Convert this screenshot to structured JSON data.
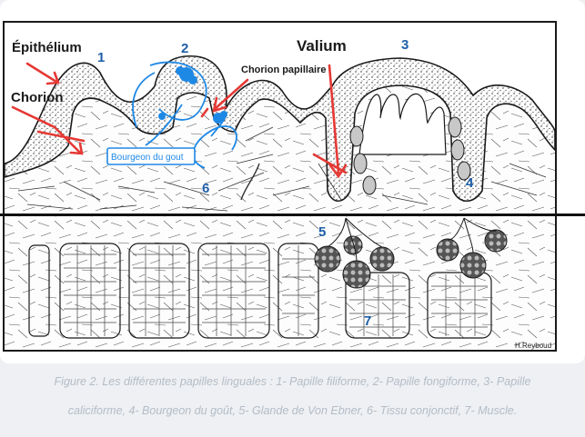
{
  "diagram": {
    "numbers": [
      "1",
      "2",
      "3",
      "4",
      "5",
      "6",
      "7"
    ],
    "annotations": {
      "epithelium": "Épithélium",
      "chorion": "Chorion",
      "valium": "Valium",
      "chorion_papillaire": "Chorion papillaire",
      "bourgeon": "Bourgeon du gout"
    },
    "signature": "H.Reyboud",
    "colors": {
      "ink": "#1a1a1a",
      "red": "#e53935",
      "blue": "#1e88e5",
      "divider": "#111111"
    }
  },
  "caption": {
    "line1": "Figure 2. Les différentes papilles linguales : 1- Papille filiforme, 2- Papille fongiforme, 3- Papille",
    "line2": "caliciforme, 4- Bourgeon du goût, 5- Glande de Von Ebner, 6- Tissu conjonctif, 7- Muscle."
  }
}
